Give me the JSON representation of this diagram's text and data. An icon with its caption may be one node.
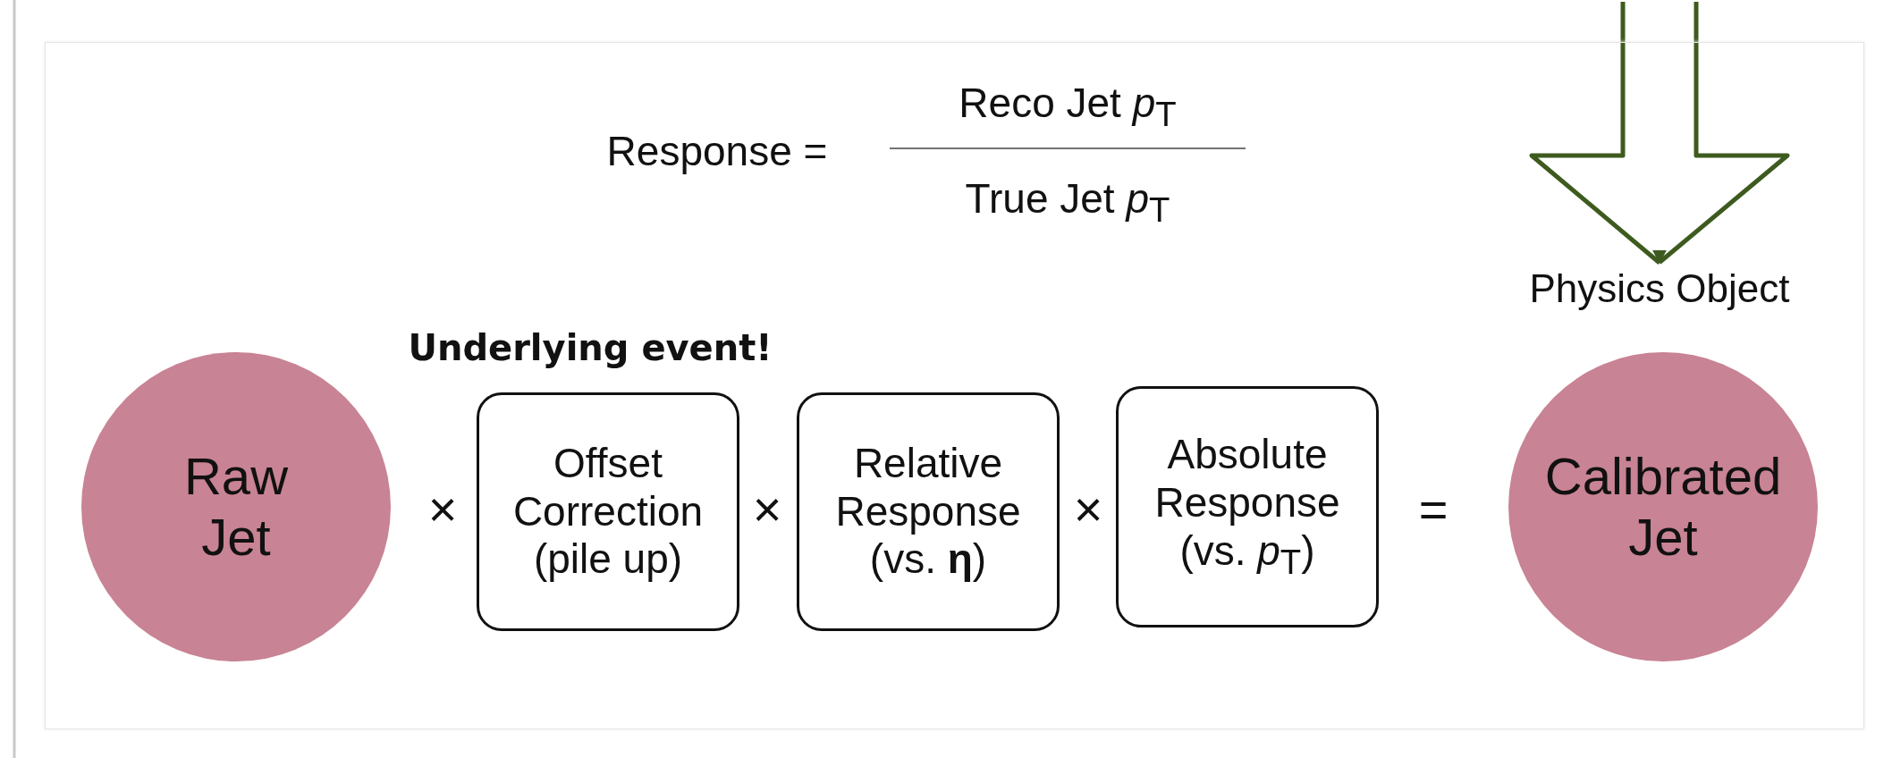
{
  "diagram": {
    "nodes": [
      {
        "text": [
          "Raw Jet"
        ]
      },
      {
        "text": [
          "Offset Correction (pile up)"
        ]
      },
      {
        "text": [
          "Relative Response (vs. **η**)"
        ]
      },
      {
        "text": [
          "Absolute Response (vs. *p*$_{T}$)"
        ]
      },
      {
        "text": [
          "Calibrated Jet"
        ]
      },
      {
        "text": [
          "Physics Object"
        ]
      }
    ],
    "edges": [
      {
        "from": null,
        "to": 5,
        "arrow": "to",
        "color": "#3e5b1f"
      }
    ],
    "labels": [
      "Reco Jet *p*$_{T}$",
      "Response =",
      "True Jet *p*$_{T}$",
      "Underlying event!",
      "×",
      "×",
      "×",
      "="
    ]
  }
}
